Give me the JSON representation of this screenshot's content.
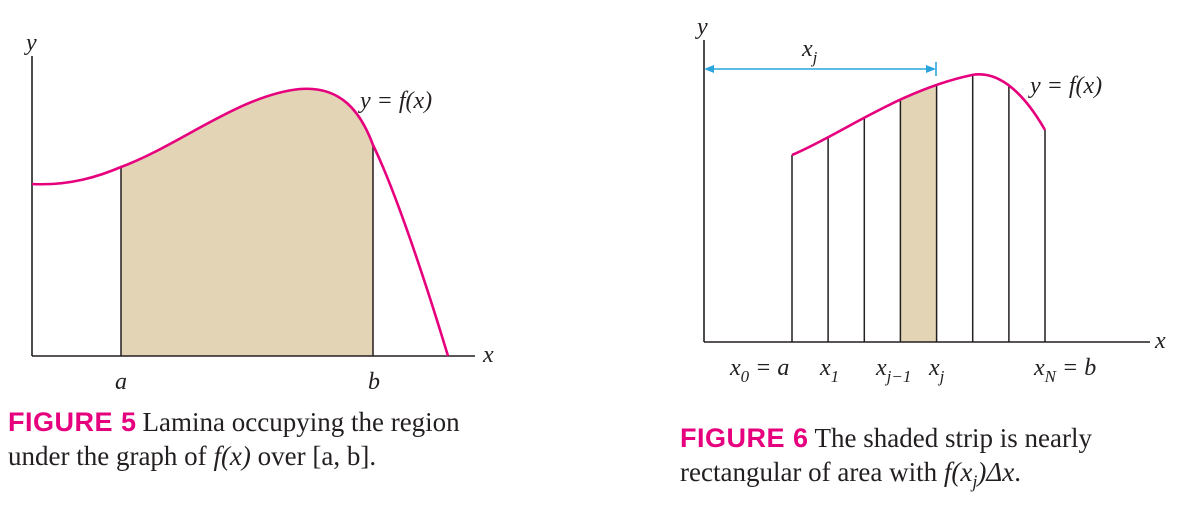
{
  "colors": {
    "curve": "#e6007e",
    "fill": "#e2d4b5",
    "axis": "#231f20",
    "arrow": "#2aa5dc",
    "label_accent": "#e6007e"
  },
  "figure5": {
    "y_axis": "y",
    "x_axis": "x",
    "curve_label": "y = f(x)",
    "a_label": "a",
    "b_label": "b",
    "caption_label": "FIGURE 5",
    "caption_line1": "Lamina occupying the region",
    "caption_line2_pre": "under the graph of ",
    "caption_math": "f(x)",
    "caption_line2_post": " over [a, b]."
  },
  "figure6": {
    "y_axis": "y",
    "x_axis": "x",
    "curve_label": "y = f(x)",
    "xj_arrow_label": "x",
    "xj_arrow_sub": "j",
    "tick_labels": {
      "x0": "x",
      "x0_sub": "0",
      "x0_rest": " = a",
      "x1": "x",
      "x1_sub": "1",
      "xjm1": "x",
      "xjm1_sub": "j−1",
      "xj": "x",
      "xj_sub": "j",
      "xN": "x",
      "xN_sub": "N",
      "xN_rest": " = b"
    },
    "strip_count": 7,
    "shaded_strip_index": 4,
    "caption_label": "FIGURE 6",
    "caption_line1": "The shaded strip is nearly",
    "caption_line2_pre": "rectangular of area with ",
    "caption_math_f": "f",
    "caption_math_x": "(x",
    "caption_math_sub": "j",
    "caption_math_rest": ")Δx",
    "caption_line2_post": "."
  }
}
